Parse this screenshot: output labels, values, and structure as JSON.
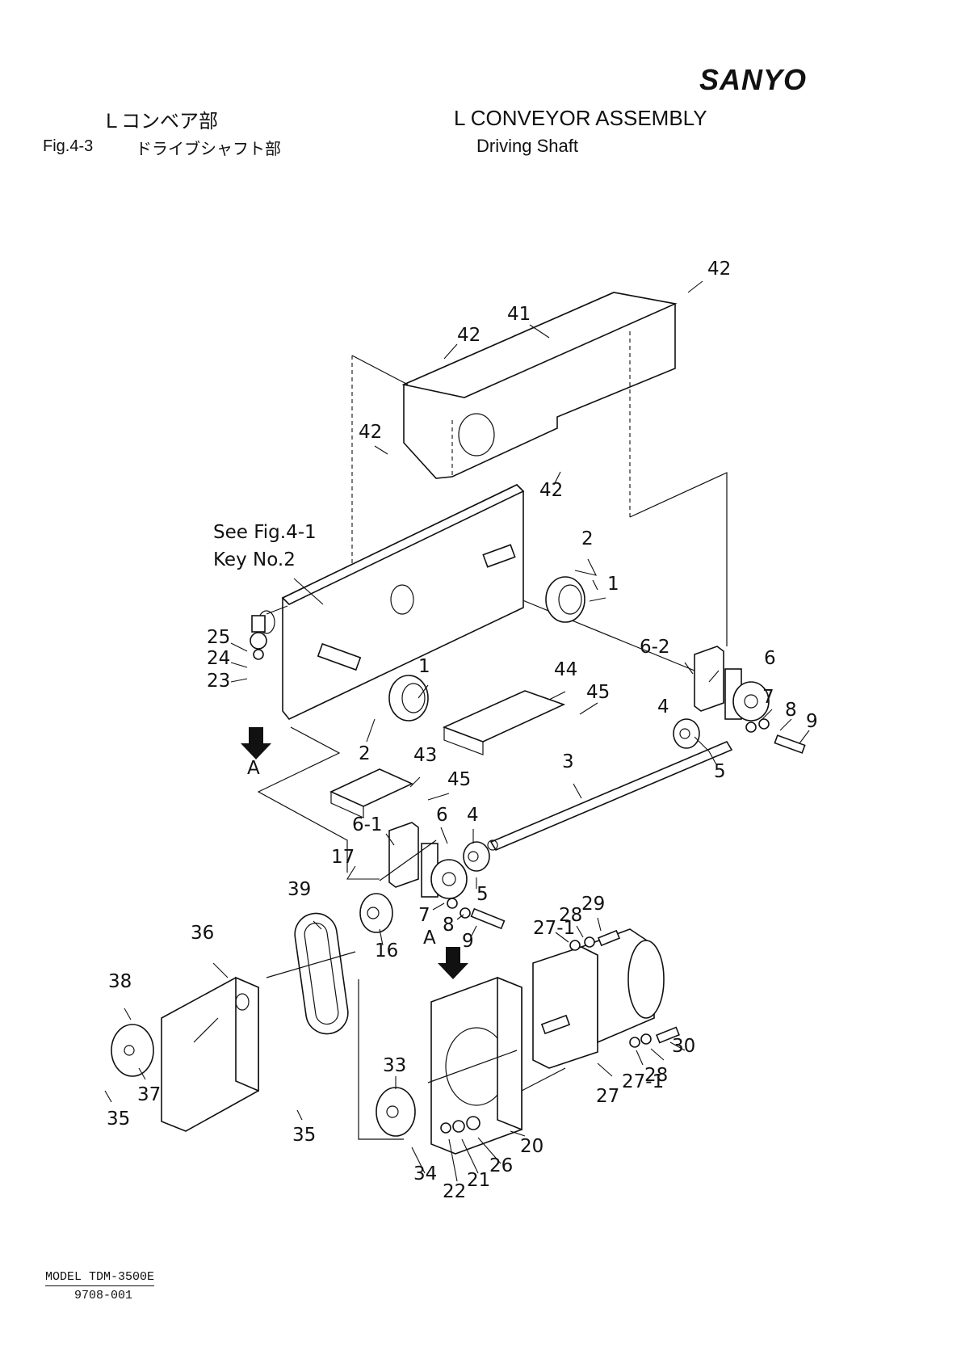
{
  "brand": {
    "logo": "SANYO"
  },
  "header": {
    "title_jp": "Ｌコンベア部",
    "title_en": "L CONVEYOR ASSEMBLY",
    "figure_number": "Fig.4-3",
    "subtitle_jp": "ドライブシャフト部",
    "subtitle_en": "Driving Shaft"
  },
  "diagram": {
    "reference_note": [
      "See Fig.4-1",
      "Key No.2"
    ],
    "view_marker": "A",
    "part_labels": [
      "1",
      "2",
      "3",
      "4",
      "5",
      "6",
      "6-1",
      "6-2",
      "7",
      "8",
      "9",
      "16",
      "17",
      "20",
      "21",
      "22",
      "23",
      "24",
      "25",
      "26",
      "27",
      "27-1",
      "28",
      "29",
      "30",
      "33",
      "34",
      "35",
      "36",
      "37",
      "38",
      "39",
      "41",
      "42",
      "43",
      "44",
      "45"
    ]
  },
  "footer": {
    "model": "MODEL TDM-3500E",
    "doc_number": "9708-001"
  }
}
